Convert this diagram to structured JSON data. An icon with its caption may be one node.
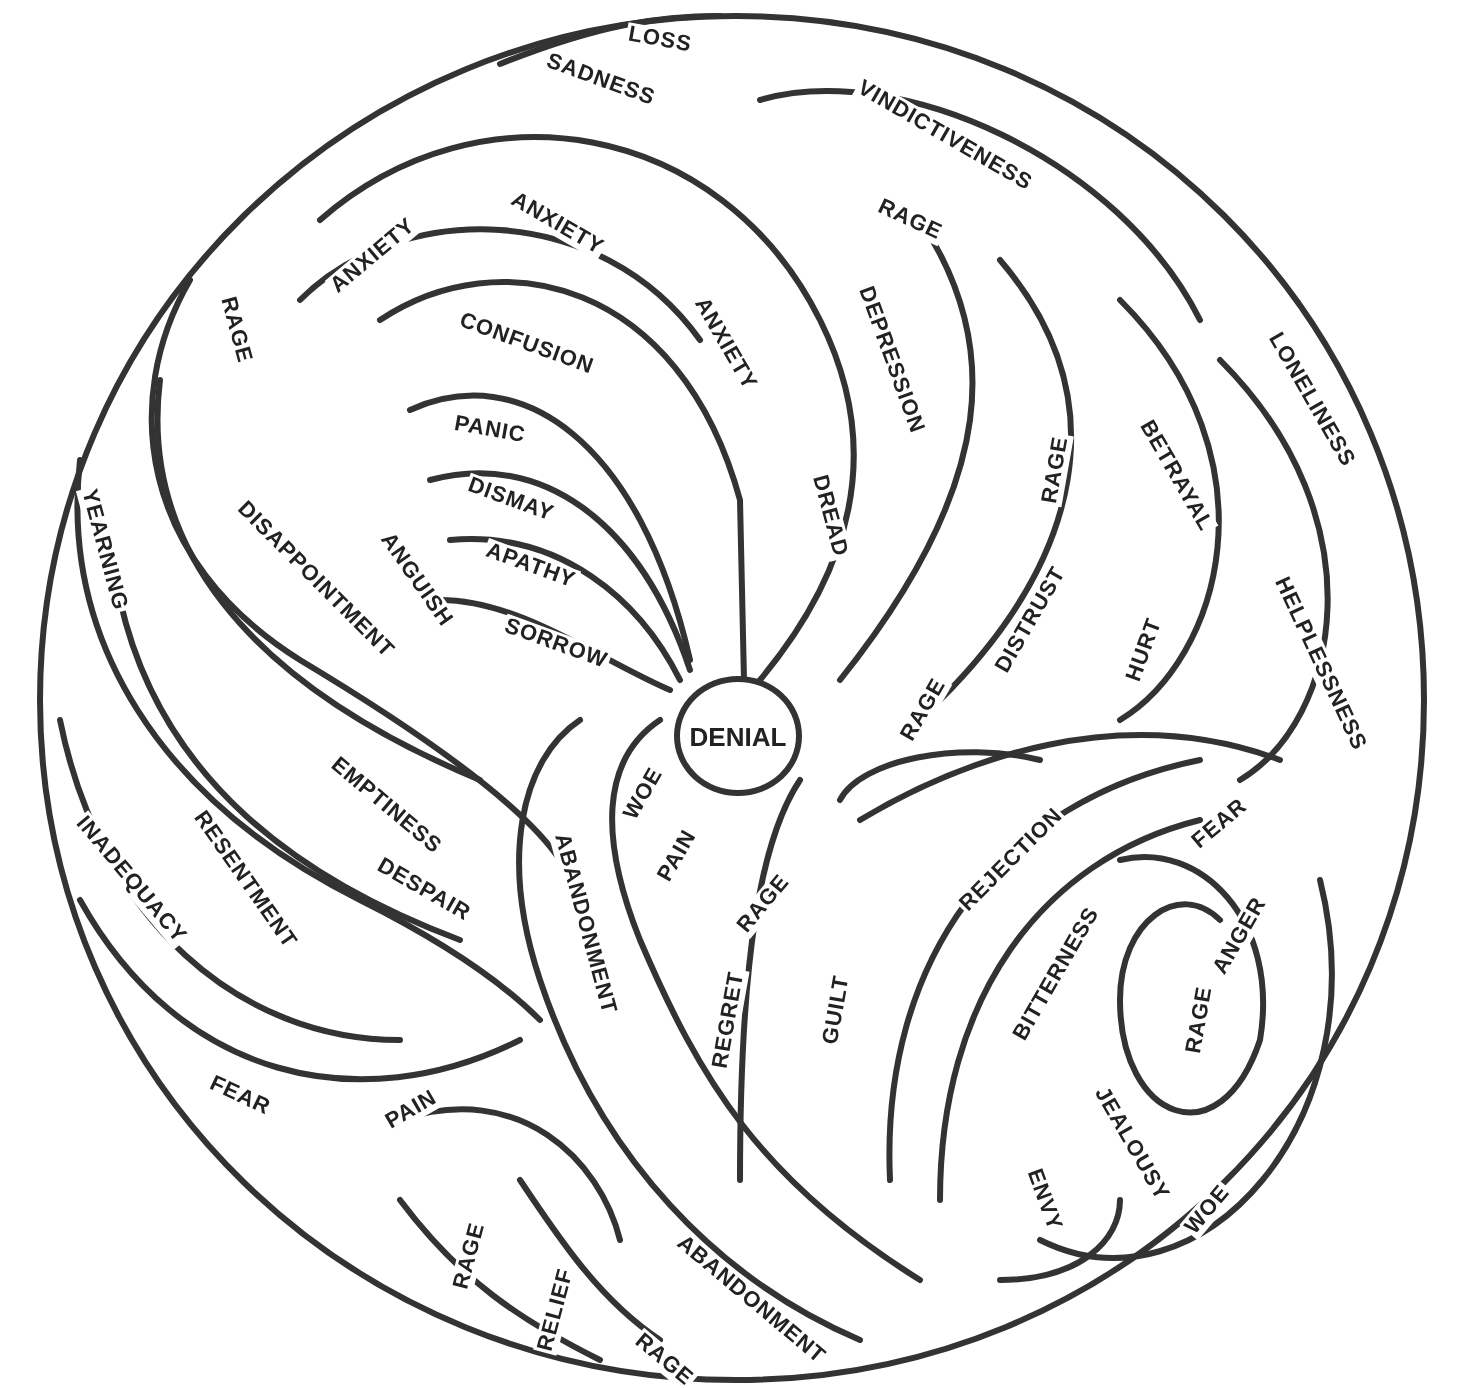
{
  "diagram": {
    "nodes": [
      {
        "text": [
          "DENIAL"
        ]
      }
    ],
    "labels": [
      "LOSS",
      "SADNESS",
      "VINDICTIVENESS",
      "ANXIETY",
      "ANXIETY",
      "RAGE",
      "ANXIETY",
      "CONFUSION",
      "DEPRESSION",
      "RAGE",
      "LONELINESS",
      "PANIC",
      "RAGE",
      "BETRAYAL",
      "DISMAY",
      "DREAD",
      "YEARNING",
      "DISAPPOINTMENT",
      "APATHY",
      "HELPLESSNESS",
      "ANGUISH",
      "SORROW",
      "DISTRUST",
      "HURT",
      "RAGE",
      "EMPTINESS",
      "ABANDONMENT",
      "WOE",
      "INADEQUACY",
      "RESENTMENT",
      "PAIN",
      "REJECTION",
      "FEAR",
      "DESPAIR",
      "RAGE",
      "ANGER",
      "BITTERNESS",
      "RAGE",
      "REGRET",
      "GUILT",
      "FEAR",
      "PAIN",
      "JEALOUSY",
      "ENVY",
      "WOE",
      "RAGE",
      "RELIEF",
      "ABANDONMENT",
      "RAGE"
    ]
  }
}
